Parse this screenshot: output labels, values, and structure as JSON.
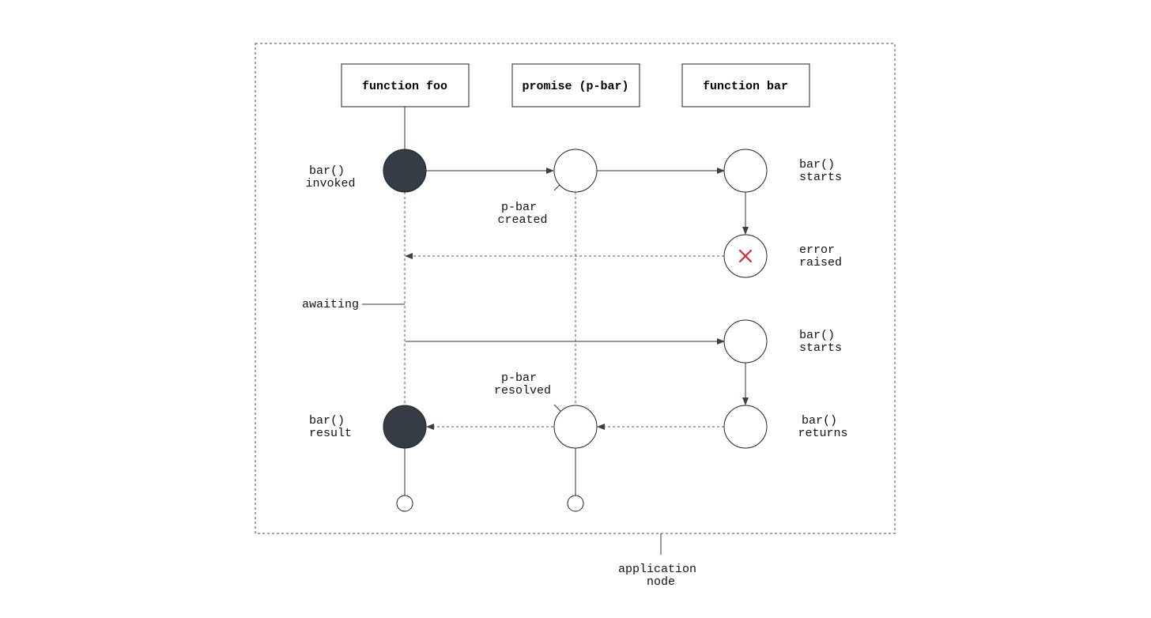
{
  "colors": {
    "filled_node": "#363c46",
    "error_mark": "#e0283c",
    "arrow": "#3a3f48"
  },
  "headers": {
    "foo": "function foo",
    "promise": "promise (p-bar)",
    "bar": "function bar"
  },
  "labels": {
    "bar_invoked": [
      "bar()",
      "invoked"
    ],
    "bar_starts_1": [
      "bar()",
      "starts"
    ],
    "pbar_created": [
      "p-bar",
      "created"
    ],
    "error_raised": [
      "error",
      "raised"
    ],
    "awaiting": "awaiting",
    "bar_starts_2": [
      "bar()",
      "starts"
    ],
    "pbar_resolved": [
      "p-bar",
      "resolved"
    ],
    "bar_result": [
      "bar()",
      "result"
    ],
    "bar_returns": [
      "bar()",
      "returns"
    ],
    "application_node": [
      "application",
      "node"
    ]
  },
  "icons": {
    "error": "x-icon"
  }
}
